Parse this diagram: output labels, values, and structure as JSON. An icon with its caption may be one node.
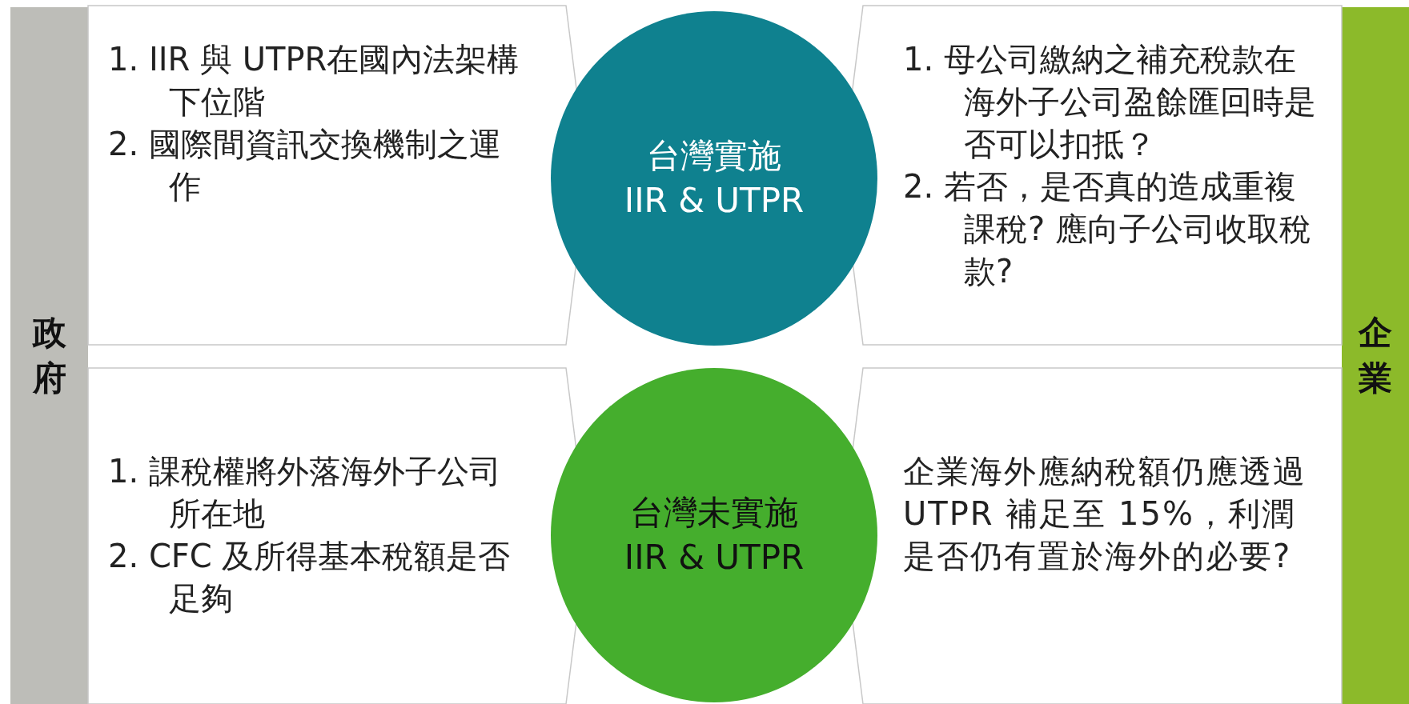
{
  "diagram": {
    "nodes": [
      {
        "text": [
          "政府"
        ]
      },
      {
        "text": [
          "企業"
        ]
      },
      {
        "text": [
          "1. IIR 與 UTPR在國內法架構下位階",
          "2. 國際間資訊交換機制之運作"
        ]
      },
      {
        "text": [
          "1. 母公司繳納之補充稅款在海外子公司盈餘匯回時是否可以扣抵？",
          "2. 若否，是否真的造成重複課稅? 應向子公司收取稅款?"
        ]
      },
      {
        "text": [
          "台灣實施",
          "IIR & UTPR"
        ]
      },
      {
        "text": [
          "1. 課稅權將外落海外子公司所在地",
          "2. CFC 及所得基本稅額是否足夠"
        ]
      },
      {
        "text": [
          "企業海外應納稅額仍應透過 UTPR 補足至 15%，利潤是否仍有置於海外的必要?"
        ]
      },
      {
        "text": [
          "台灣未實施",
          "IIR & UTPR"
        ]
      }
    ]
  }
}
